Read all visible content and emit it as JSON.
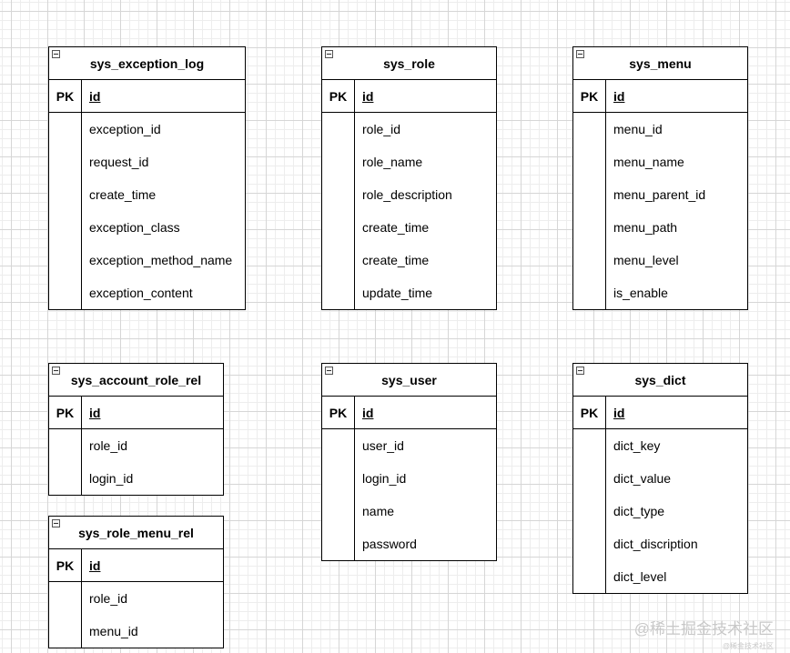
{
  "entities": [
    {
      "name": "sys_exception_log",
      "pk_label": "PK",
      "pk_field": "id",
      "fields": [
        "exception_id",
        "request_id",
        "create_time",
        "exception_class",
        "exception_method_name",
        "exception_content"
      ]
    },
    {
      "name": "sys_role",
      "pk_label": "PK",
      "pk_field": "id",
      "fields": [
        "role_id",
        "role_name",
        "role_description",
        "create_time",
        "create_time",
        "update_time"
      ]
    },
    {
      "name": "sys_menu",
      "pk_label": "PK",
      "pk_field": "id",
      "fields": [
        "menu_id",
        "menu_name",
        "menu_parent_id",
        "menu_path",
        "menu_level",
        "is_enable"
      ]
    },
    {
      "name": "sys_account_role_rel",
      "pk_label": "PK",
      "pk_field": "id",
      "fields": [
        "role_id",
        "login_id"
      ]
    },
    {
      "name": "sys_role_menu_rel",
      "pk_label": "PK",
      "pk_field": "id",
      "fields": [
        "role_id",
        "menu_id"
      ]
    },
    {
      "name": "sys_user",
      "pk_label": "PK",
      "pk_field": "id",
      "fields": [
        "user_id",
        "login_id",
        "name",
        "password"
      ]
    },
    {
      "name": "sys_dict",
      "pk_label": "PK",
      "pk_field": "id",
      "fields": [
        "dict_key",
        "dict_value",
        "dict_type",
        "dict_discription",
        "dict_level"
      ]
    }
  ],
  "watermark": {
    "text": "@稀土掘金技术社区",
    "subtext": "@稀金技术社区"
  }
}
